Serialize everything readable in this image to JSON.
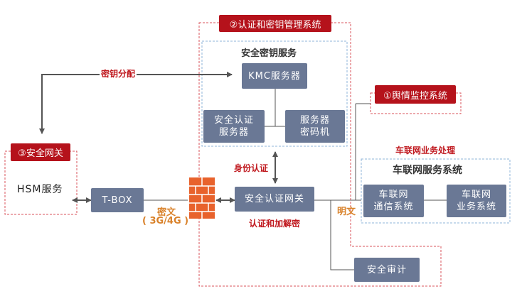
{
  "badges": {
    "auth_key_mgmt": "②认证和密钥管理系统",
    "opinion_monitor": "①舆情监控系统",
    "security_gateway": "③安全网关"
  },
  "groups": {
    "secure_key_service": "安全密钥服务",
    "iov_service_system": "车联网服务系统"
  },
  "nodes": {
    "kmc_server": "KMC服务器",
    "auth_server": "安全认证\n服务器",
    "crypto_machine": "服务器\n密码机",
    "auth_gateway": "安全认证网关",
    "tbox": "T-BOX",
    "iov_comm": "车联网\n通信系统",
    "iov_biz": "车联网\n业务系统",
    "security_audit": "安全审计",
    "hsm_service": "HSM服务"
  },
  "labels": {
    "key_distribution": "密钥分配",
    "identity_auth": "身份认证",
    "auth_encrypt": "认证和加解密",
    "ciphertext": "密文",
    "network": "( 3G/4G )",
    "plaintext": "明文",
    "iov_biz_processing": "车联网业务处理"
  },
  "colors": {
    "node_fill": "#6a7895",
    "badge_fill": "#b5121b",
    "red_dashed": "#d9535b",
    "blue_dashed": "#8fb4d9",
    "label_red": "#c0191f",
    "label_orange": "#d9822b",
    "firewall": "#e8622c"
  },
  "icons": {
    "firewall": "brick-wall-icon"
  }
}
